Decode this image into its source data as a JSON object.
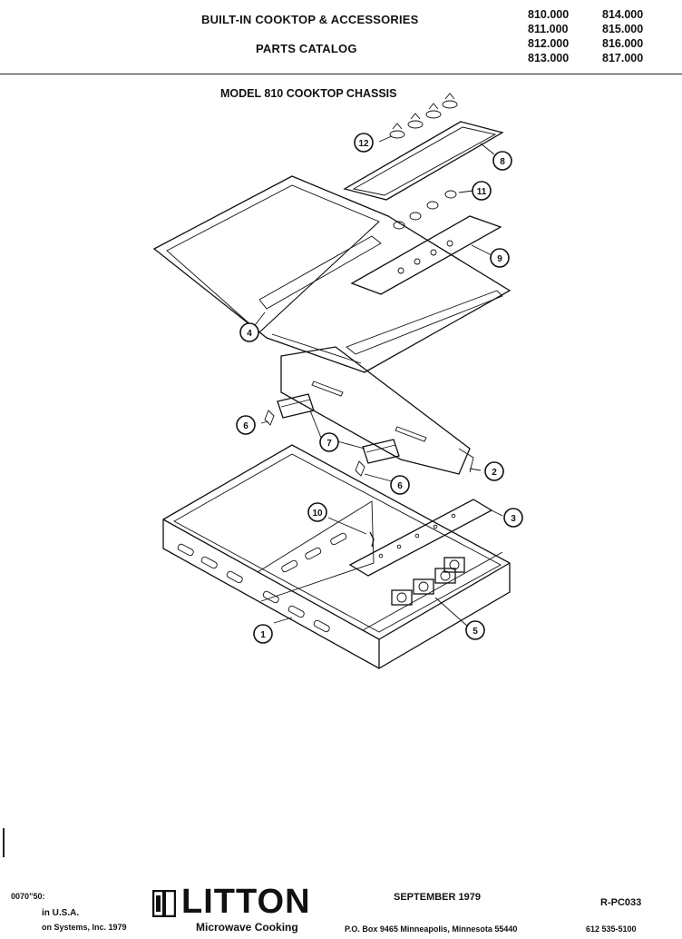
{
  "header": {
    "title": "BUILT-IN COOKTOP & ACCESSORIES",
    "subtitle": "PARTS CATALOG",
    "models_col1": [
      "810.000",
      "811.000",
      "812.000",
      "813.000"
    ],
    "models_col2": [
      "814.000",
      "815.000",
      "816.000",
      "817.000"
    ]
  },
  "diagram": {
    "title": "MODEL 810 COOKTOP CHASSIS",
    "callouts": {
      "c1": "1",
      "c2": "2",
      "c3": "3",
      "c4": "4",
      "c5": "5",
      "c6a": "6",
      "c6b": "6",
      "c7": "7",
      "c8": "8",
      "c9": "9",
      "c10": "10",
      "c11": "11",
      "c12": "12"
    }
  },
  "footer": {
    "code_partial": "0070”50:",
    "printed": "in U.S.A.",
    "copyright": "on Systems, Inc. 1979",
    "brand": "LITTON",
    "brand_tagline": "Microwave Cooking",
    "date": "SEPTEMBER 1979",
    "doc_code": "R-PC033",
    "address": "P.O. Box 9465   Minneapolis, Minnesota 55440",
    "phone": "612  535-5100"
  }
}
